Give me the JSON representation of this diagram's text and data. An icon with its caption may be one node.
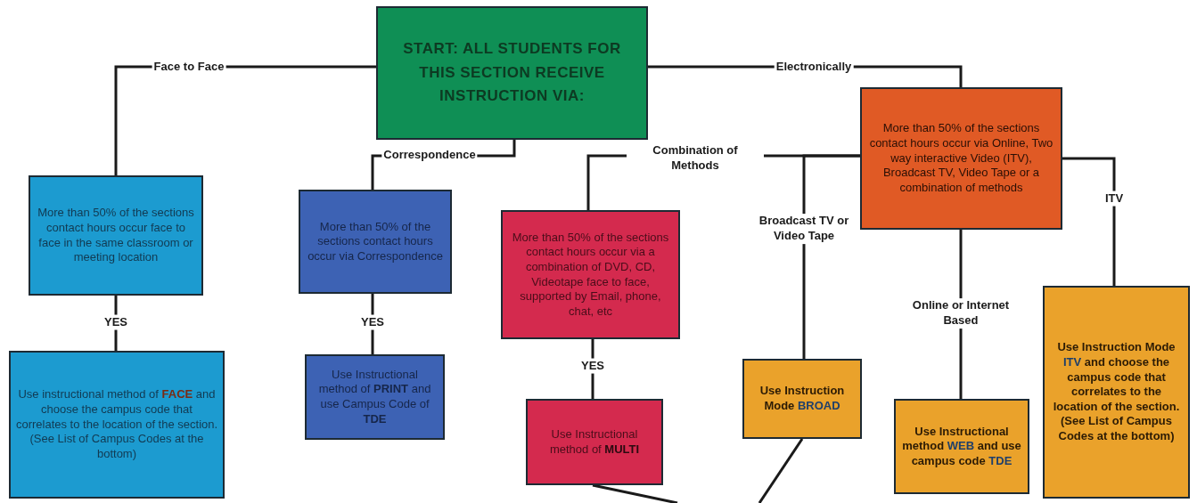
{
  "diagram": {
    "nodes": [
      {
        "text": [
          "START: ALL STUDENTS FOR THIS SECTION RECEIVE INSTRUCTION VIA:"
        ]
      },
      {
        "text": [
          "More than 50% of the sections contact hours occur face to face in the same classroom or meeting location"
        ]
      },
      {
        "text": [
          "Use instructional method of **FACE** and choose the campus code that correlates to the location of the section. (See List of Campus Codes at the bottom)"
        ]
      },
      {
        "text": [
          "More than 50% of the sections contact hours occur via Correspondence"
        ]
      },
      {
        "text": [
          "Use Instructional method of **PRINT** and use Campus Code of **TDE**"
        ]
      },
      {
        "text": [
          "More than 50% of the sections contact hours occur via a combination of DVD, CD, Videotape face to face, supported by Email, phone, chat, etc"
        ]
      },
      {
        "text": [
          "Use Instructional method of **MULTI**"
        ]
      },
      {
        "text": [
          "More than 50% of the sections contact hours occur via Online, Two way interactive Video (ITV), Broadcast TV, Video Tape or a combination of methods"
        ]
      },
      {
        "text": [
          "Use Instruction Mode **BROAD**"
        ]
      },
      {
        "text": [
          "Use Instructional method **WEB** and use campus code **TDE**"
        ]
      },
      {
        "text": [
          "Use Instruction Mode **ITV** and choose the campus code that correlates to the location of the section. (See List of Campus Codes at the bottom)"
        ]
      }
    ],
    "edges": [
      {
        "from": 0,
        "to": 1,
        "arrow": "none",
        "label": "Face to Face"
      },
      {
        "from": 0,
        "to": 3,
        "arrow": "none",
        "label": "Correspondence"
      },
      {
        "from": 0,
        "to": 7,
        "arrow": "none",
        "label": "Electronically"
      },
      {
        "from": 7,
        "to": 5,
        "arrow": "none",
        "label": "Combination of Methods"
      },
      {
        "from": 7,
        "to": 8,
        "arrow": "none",
        "label": "Broadcast TV or Video Tape"
      },
      {
        "from": 7,
        "to": 9,
        "arrow": "none",
        "label": "Online or Internet Based"
      },
      {
        "from": 7,
        "to": 10,
        "arrow": "none",
        "label": "ITV"
      },
      {
        "from": 1,
        "to": 2,
        "arrow": "none",
        "label": "YES"
      },
      {
        "from": 3,
        "to": 4,
        "arrow": "none",
        "label": "YES"
      },
      {
        "from": 5,
        "to": 6,
        "arrow": "none",
        "label": "YES"
      },
      {
        "from": 6,
        "to": null,
        "arrow": "none"
      },
      {
        "from": 8,
        "to": null,
        "arrow": "none"
      }
    ]
  }
}
